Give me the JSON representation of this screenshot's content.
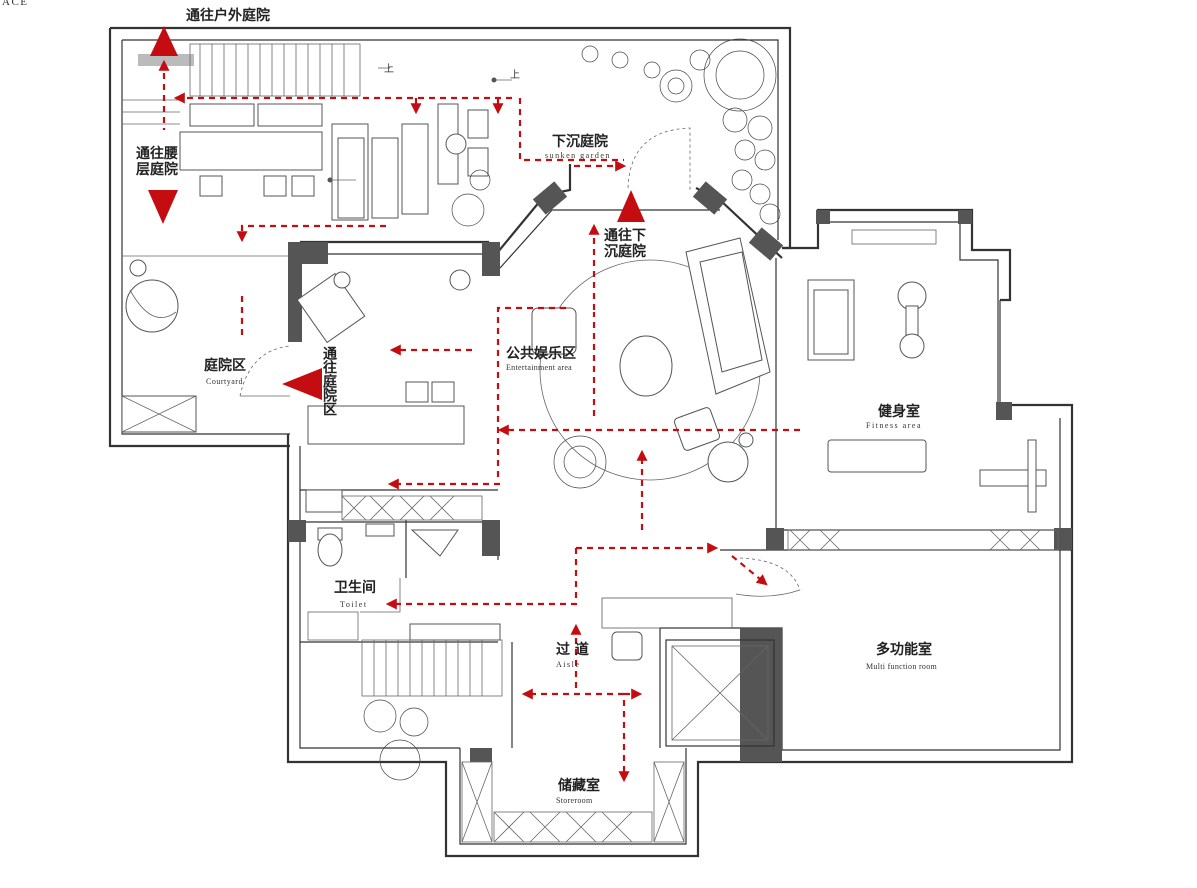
{
  "corner_text": "ACE",
  "labels": {
    "to_outdoor_courtyard": "通往户外庭院",
    "to_mid_courtyard": "通往腰\n层庭院",
    "sunken_garden_cn": "下沉庭院",
    "sunken_garden_en": "sunken garden",
    "to_sunken_garden": "通往下\n沉庭院",
    "courtyard_cn": "庭院区",
    "courtyard_en": "Courtyard",
    "to_courtyard": "通往庭院区",
    "entertainment_cn": "公共娱乐区",
    "entertainment_en": "Entertainment area",
    "fitness_cn": "健身室",
    "fitness_en": "Fitness area",
    "toilet_cn": "卫生间",
    "toilet_en": "Toilet",
    "aisle_cn": "过 道",
    "aisle_en": "Aisle",
    "multi_cn": "多功能室",
    "multi_en": "Multi function room",
    "storeroom_cn": "储藏室",
    "storeroom_en": "Storeroom",
    "stair_up_1": "上",
    "stair_up_2": "上"
  },
  "colors": {
    "route": "#c40d10",
    "wall": "#333333",
    "column": "#555555"
  }
}
